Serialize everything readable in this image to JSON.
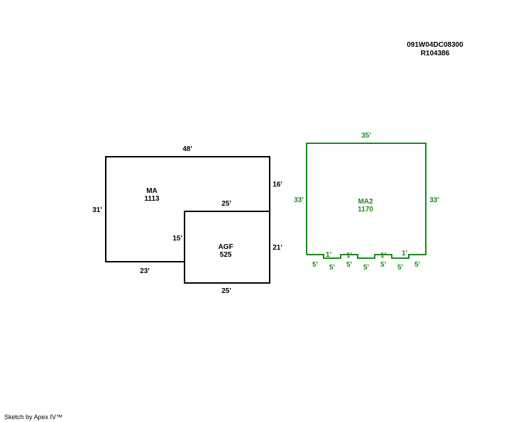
{
  "header": {
    "parcel_id": "091W04DC08300",
    "record_id": "R104386"
  },
  "sketch": {
    "ma": {
      "code": "MA",
      "area": "1113",
      "dims": {
        "top": "48'",
        "left": "31'",
        "bottom": "23'",
        "right": "16'",
        "inner": "15'"
      }
    },
    "agf": {
      "code": "AGF",
      "area": "525",
      "dims": {
        "top": "25'",
        "bottom": "25'",
        "right": "21'"
      }
    },
    "ma2": {
      "code": "MA2",
      "area": "1170",
      "dims": {
        "top": "35'",
        "left": "33'",
        "right": "33'",
        "bottom_segments": [
          "5'",
          "5'",
          "5'",
          "5'",
          "5'",
          "5'",
          "5'"
        ],
        "bump_labels": [
          "1'",
          "1'",
          "1'",
          "1'"
        ]
      }
    },
    "colors": {
      "main": "#000000",
      "addition": "#1a8a1a"
    }
  },
  "footer": {
    "credit": "Sketch by Apex IV™"
  }
}
